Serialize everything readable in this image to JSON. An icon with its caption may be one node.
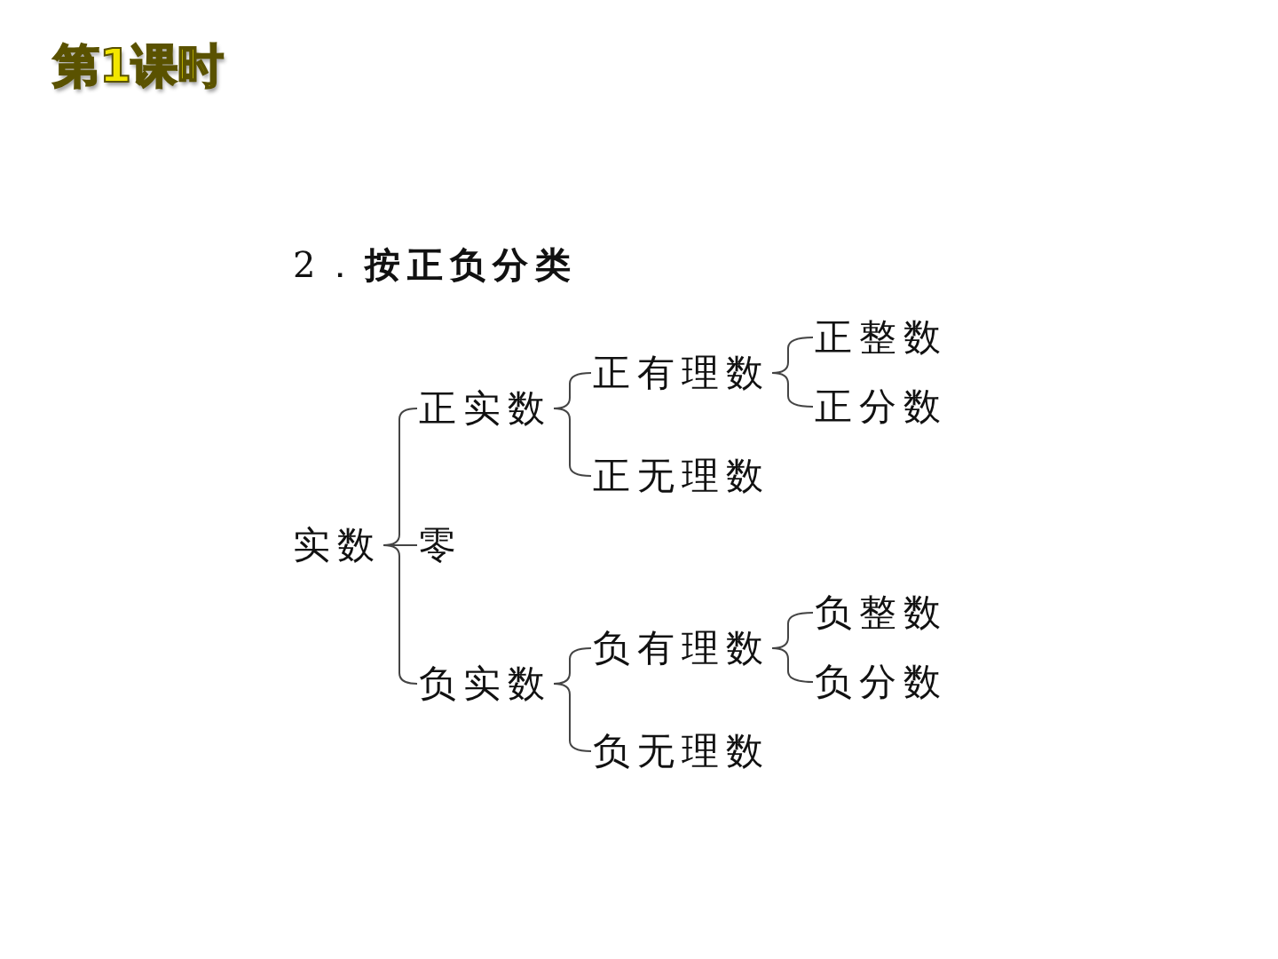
{
  "diagram": {
    "title": "第1课时",
    "nodes": [
      {
        "text": [
          "实数"
        ]
      },
      {
        "text": [
          "正实数"
        ]
      },
      {
        "text": [
          "正有理数"
        ]
      },
      {
        "text": [
          "正整数"
        ]
      },
      {
        "text": [
          "正分数"
        ]
      },
      {
        "text": [
          "正无理数"
        ]
      },
      {
        "text": [
          "零"
        ]
      },
      {
        "text": [
          "负实数"
        ]
      },
      {
        "text": [
          "负有理数"
        ]
      },
      {
        "text": [
          "负整数"
        ]
      },
      {
        "text": [
          "负分数"
        ]
      },
      {
        "text": [
          "负无理数"
        ]
      }
    ],
    "edges": [
      {
        "from": 0,
        "to": 1,
        "arrow": "none"
      },
      {
        "from": 0,
        "to": 6,
        "arrow": "none"
      },
      {
        "from": 0,
        "to": 7,
        "arrow": "none"
      },
      {
        "from": 1,
        "to": 2,
        "arrow": "none"
      },
      {
        "from": 1,
        "to": 5,
        "arrow": "none"
      },
      {
        "from": 2,
        "to": 3,
        "arrow": "none"
      },
      {
        "from": 2,
        "to": 4,
        "arrow": "none"
      },
      {
        "from": 7,
        "to": 8,
        "arrow": "none"
      },
      {
        "from": 7,
        "to": 11,
        "arrow": "none"
      },
      {
        "from": 8,
        "to": 9,
        "arrow": "none"
      },
      {
        "from": 8,
        "to": 10,
        "arrow": "none"
      }
    ],
    "labels": [
      "2．**按正负分类**"
    ]
  }
}
